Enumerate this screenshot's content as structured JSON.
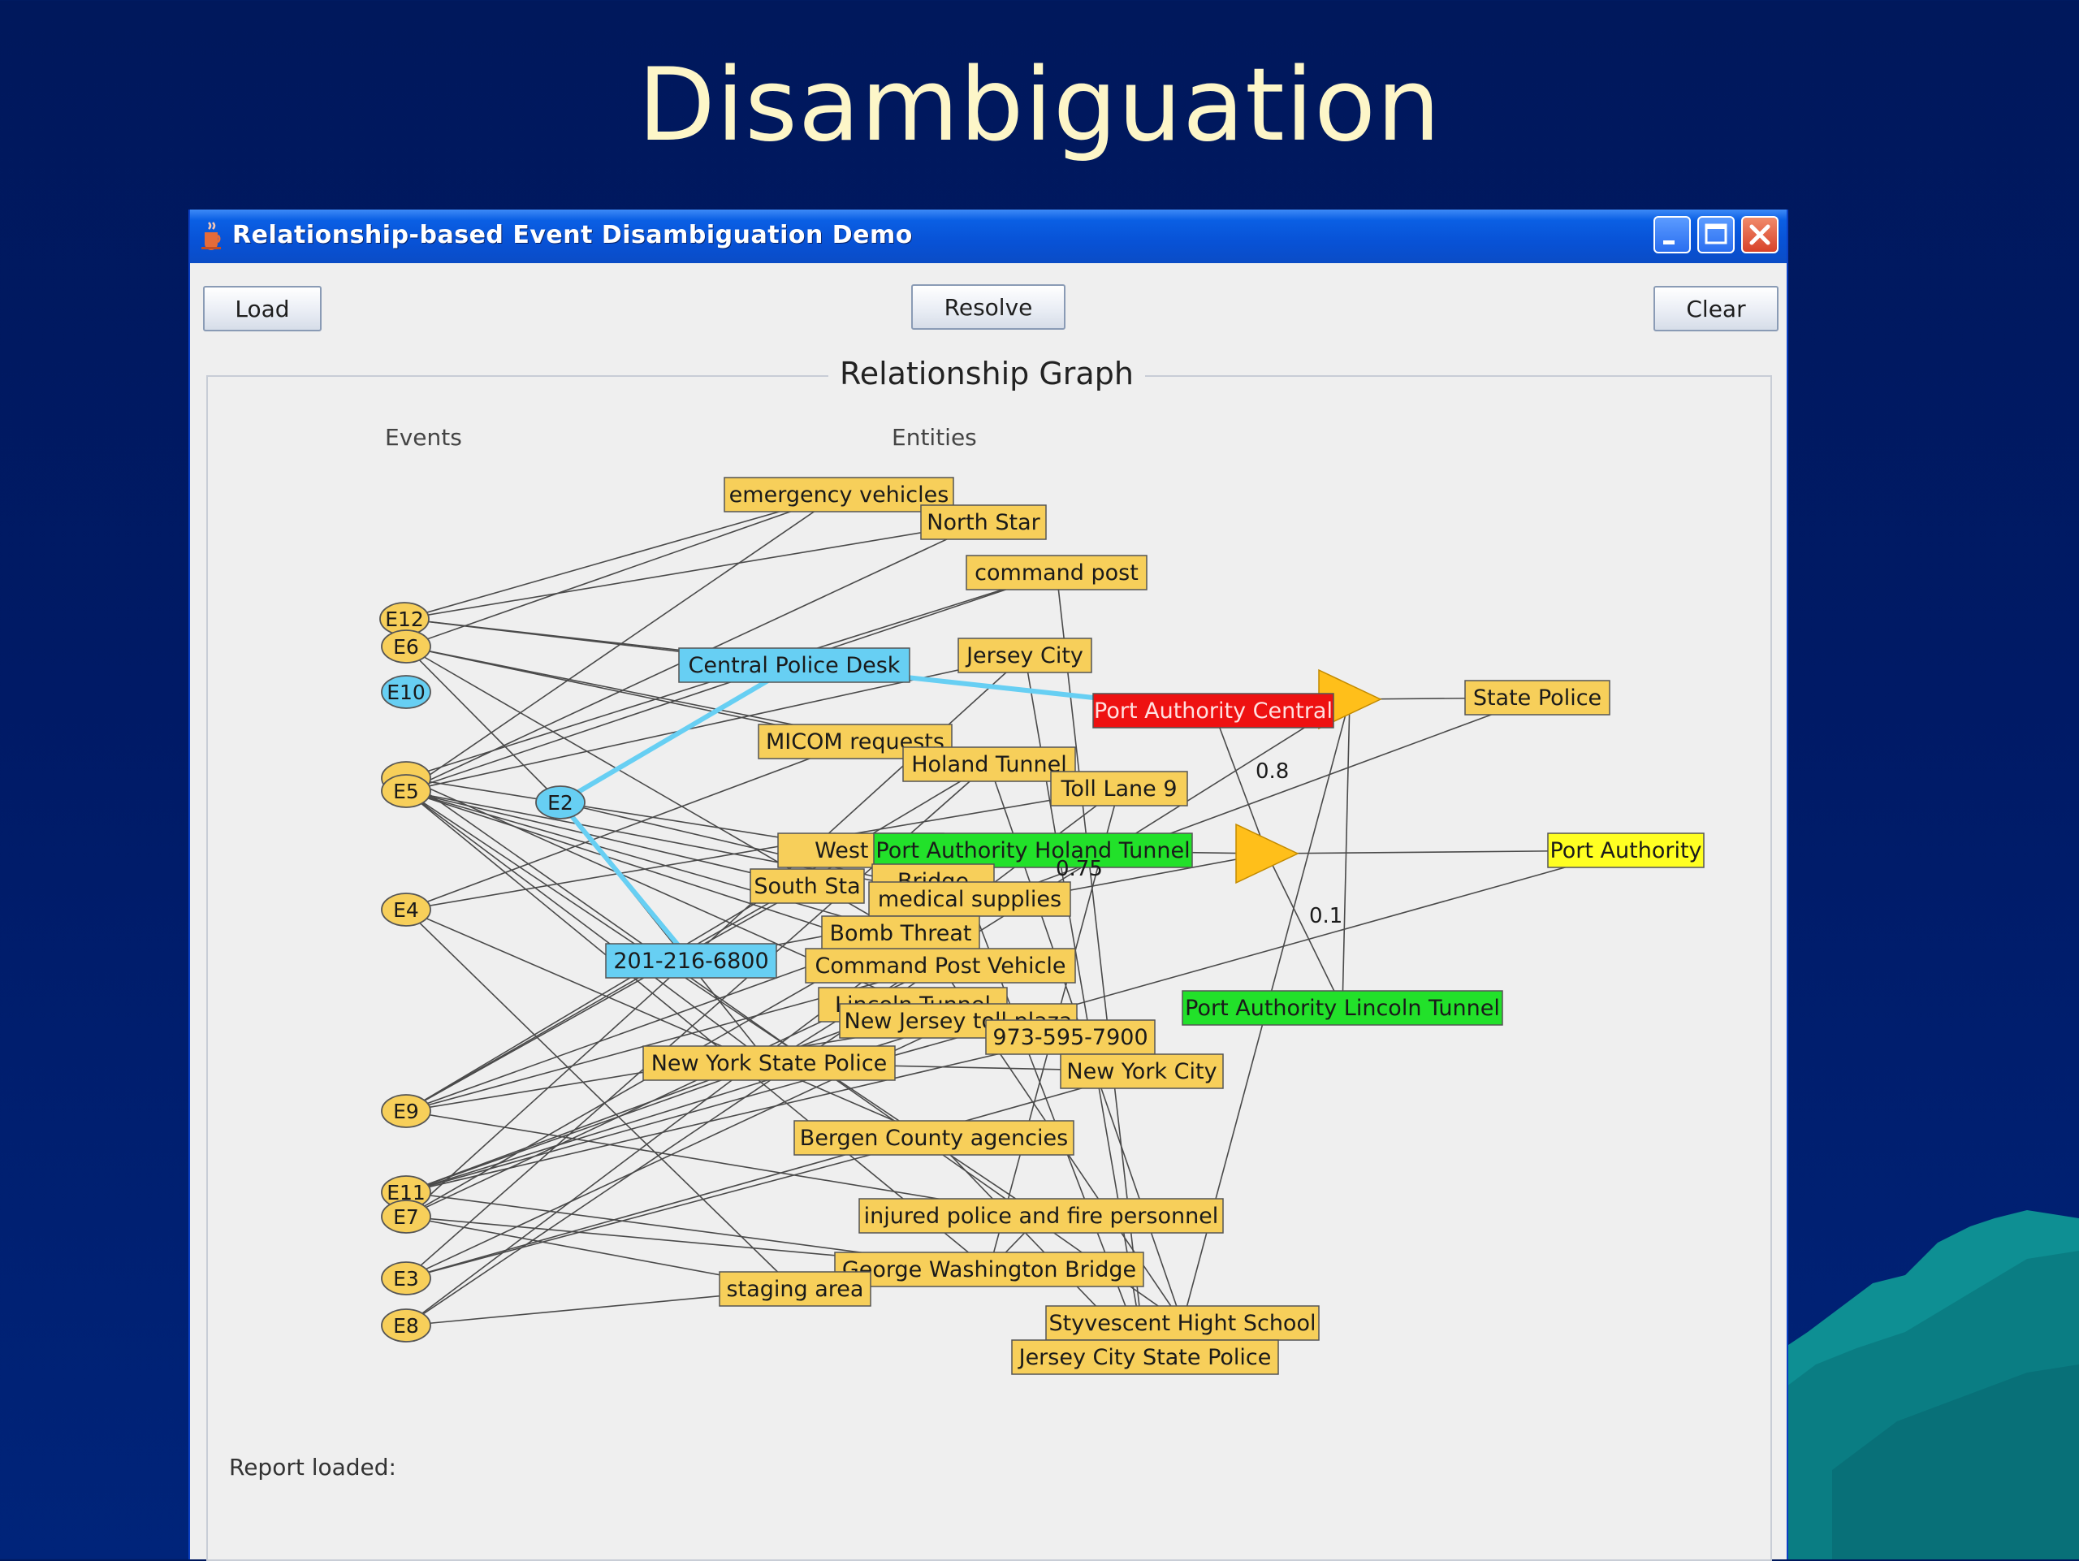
{
  "slide": {
    "title": "Disambiguation"
  },
  "window": {
    "title": "Relationship-based Event Disambiguation Demo",
    "buttons": {
      "load": "Load",
      "resolve": "Resolve",
      "clear": "Clear"
    },
    "panel_title": "Relationship Graph",
    "events_label": "Events",
    "entities_label": "Entities",
    "status": "Report loaded:"
  },
  "colors": {
    "entity": "#f7cf5a",
    "event": "#f7cf5a",
    "highlight": "#67cff3",
    "green": "#22e12a",
    "red": "#ee1111",
    "yellow": "#ffff22",
    "triangle": "#ffbf1a"
  },
  "graph": {
    "events": [
      {
        "id": "E12",
        "label": "E12"
      },
      {
        "id": "E6",
        "label": "E6"
      },
      {
        "id": "E10",
        "label": "E10"
      },
      {
        "id": "E5b",
        "label": ""
      },
      {
        "id": "E5",
        "label": "E5"
      },
      {
        "id": "E2",
        "label": "E2"
      },
      {
        "id": "E4",
        "label": "E4"
      },
      {
        "id": "E9",
        "label": "E9"
      },
      {
        "id": "E11",
        "label": "E11"
      },
      {
        "id": "E7",
        "label": "E7"
      },
      {
        "id": "E3",
        "label": "E3"
      },
      {
        "id": "E8",
        "label": "E8"
      }
    ],
    "entities": [
      {
        "id": "emergency",
        "label": "emergency vehicles",
        "kind": "entity"
      },
      {
        "id": "northstar",
        "label": "North Star",
        "kind": "entity"
      },
      {
        "id": "cmdpost",
        "label": "command post",
        "kind": "entity"
      },
      {
        "id": "jerseycity",
        "label": "Jersey City",
        "kind": "entity"
      },
      {
        "id": "cpd",
        "label": "Central Police Desk",
        "kind": "highlight"
      },
      {
        "id": "pac",
        "label": "Port Authority Central",
        "kind": "red"
      },
      {
        "id": "statepolice",
        "label": "State Police",
        "kind": "entity"
      },
      {
        "id": "micom",
        "label": "MICOM requests",
        "kind": "entity"
      },
      {
        "id": "holland",
        "label": "Holand Tunnel",
        "kind": "entity"
      },
      {
        "id": "toll9",
        "label": "Toll Lane 9",
        "kind": "entity"
      },
      {
        "id": "weststr",
        "label": "West Str",
        "kind": "entity"
      },
      {
        "id": "pah",
        "label": "Port Authority Holand Tunnel",
        "kind": "green"
      },
      {
        "id": "pa",
        "label": "Port Authority",
        "kind": "yellow"
      },
      {
        "id": "bridge",
        "label": "Bridge",
        "kind": "entity"
      },
      {
        "id": "southsta",
        "label": "South Sta",
        "kind": "entity"
      },
      {
        "id": "medical",
        "label": "medical supplies",
        "kind": "entity"
      },
      {
        "id": "bomb",
        "label": "Bomb Threat",
        "kind": "entity"
      },
      {
        "id": "phone1",
        "label": "201-216-6800",
        "kind": "highlight"
      },
      {
        "id": "cpv",
        "label": "Command Post Vehicle",
        "kind": "entity"
      },
      {
        "id": "lincoln",
        "label": "Lincoln Tunnel",
        "kind": "entity"
      },
      {
        "id": "njtoll",
        "label": "New Jersey toll plaza",
        "kind": "entity"
      },
      {
        "id": "phone2",
        "label": "973-595-7900",
        "kind": "entity"
      },
      {
        "id": "pal",
        "label": "Port Authority Lincoln Tunnel",
        "kind": "green"
      },
      {
        "id": "nysp",
        "label": "New York State Police",
        "kind": "entity"
      },
      {
        "id": "nyc",
        "label": "New York City",
        "kind": "entity"
      },
      {
        "id": "bergen",
        "label": "Bergen County agencies",
        "kind": "entity"
      },
      {
        "id": "injured",
        "label": "injured police and fire personnel",
        "kind": "entity"
      },
      {
        "id": "gwb",
        "label": "George Washington Bridge",
        "kind": "entity"
      },
      {
        "id": "staging",
        "label": "staging area",
        "kind": "entity"
      },
      {
        "id": "stuy",
        "label": "Styvescent Hight School",
        "kind": "entity"
      },
      {
        "id": "jcsp",
        "label": "Jersey City State Police",
        "kind": "entity"
      }
    ],
    "resolvers": [
      {
        "id": "tri1"
      },
      {
        "id": "tri2"
      }
    ],
    "edge_labels": [
      {
        "id": "lbl08",
        "label": "0.8"
      },
      {
        "id": "lbl075",
        "label": "0.75"
      },
      {
        "id": "lbl01",
        "label": "0.1"
      }
    ],
    "edges": [
      [
        "E12",
        "emergency"
      ],
      [
        "E12",
        "northstar"
      ],
      [
        "E12",
        "pac"
      ],
      [
        "E12",
        "cpd"
      ],
      [
        "E6",
        "micom"
      ],
      [
        "E6",
        "E2"
      ],
      [
        "E6",
        "emergency"
      ],
      [
        "E6",
        "bomb"
      ],
      [
        "E6",
        "holland"
      ],
      [
        "E5",
        "northstar"
      ],
      [
        "E5",
        "emergency"
      ],
      [
        "E5",
        "jerseycity"
      ],
      [
        "E5",
        "cmdpost"
      ],
      [
        "E5",
        "bomb"
      ],
      [
        "E5",
        "injured"
      ],
      [
        "E5",
        "nysp"
      ],
      [
        "E5",
        "gwb"
      ],
      [
        "E5",
        "cpv"
      ],
      [
        "E5",
        "medical"
      ],
      [
        "E5",
        "southsta"
      ],
      [
        "E5b",
        "cmdpost"
      ],
      [
        "E5b",
        "weststr"
      ],
      [
        "E5b",
        "lincoln"
      ],
      [
        "E5b",
        "stuy"
      ],
      [
        "E2",
        "medical"
      ],
      [
        "E2",
        "nysp"
      ],
      [
        "E4",
        "micom"
      ],
      [
        "E4",
        "staging"
      ],
      [
        "E4",
        "toll9"
      ],
      [
        "E4",
        "bergen"
      ],
      [
        "E9",
        "holland"
      ],
      [
        "E9",
        "southsta"
      ],
      [
        "E9",
        "cpv"
      ],
      [
        "E9",
        "njtoll"
      ],
      [
        "E9",
        "bomb"
      ],
      [
        "E9",
        "weststr"
      ],
      [
        "E9",
        "injured"
      ],
      [
        "E11",
        "lincoln"
      ],
      [
        "E11",
        "nysp"
      ],
      [
        "E11",
        "njtoll"
      ],
      [
        "E11",
        "phone2"
      ],
      [
        "E11",
        "gwb"
      ],
      [
        "E11",
        "pa"
      ],
      [
        "E7",
        "bomb"
      ],
      [
        "E7",
        "staging"
      ],
      [
        "E7",
        "jerseycity"
      ],
      [
        "E7",
        "cpv"
      ],
      [
        "E7",
        "gwb"
      ],
      [
        "E3",
        "njtoll"
      ],
      [
        "E3",
        "nyc"
      ],
      [
        "E3",
        "holland"
      ],
      [
        "E3",
        "bergen"
      ],
      [
        "E8",
        "staging"
      ],
      [
        "E8",
        "cpv"
      ],
      [
        "E8",
        "toll9"
      ],
      [
        "jerseycity",
        "jcsp"
      ],
      [
        "cmdpost",
        "jcsp"
      ],
      [
        "holland",
        "stuy"
      ],
      [
        "toll9",
        "gwb"
      ],
      [
        "bergen",
        "jcsp"
      ],
      [
        "medical",
        "jcsp"
      ],
      [
        "cpv",
        "stuy"
      ],
      [
        "nysp",
        "nyc"
      ],
      [
        "staging",
        "gwb"
      ],
      [
        "injured",
        "gwb"
      ],
      [
        "pac",
        "tri1"
      ],
      [
        "tri1",
        "statepolice"
      ],
      [
        "pah",
        "tri2"
      ],
      [
        "tri2",
        "pa"
      ],
      [
        "pac",
        "tri2"
      ],
      [
        "tri1",
        "pal"
      ],
      [
        "tri2",
        "pal"
      ],
      [
        "tri1",
        "stuy"
      ],
      [
        "statepolice",
        "bomb"
      ],
      [
        "tri1",
        "nysp"
      ],
      [
        "tri2",
        "phone1"
      ]
    ],
    "highlight_edges": [
      [
        "E2",
        "cpd"
      ],
      [
        "E2",
        "phone1"
      ],
      [
        "cpd",
        "pac"
      ]
    ]
  }
}
